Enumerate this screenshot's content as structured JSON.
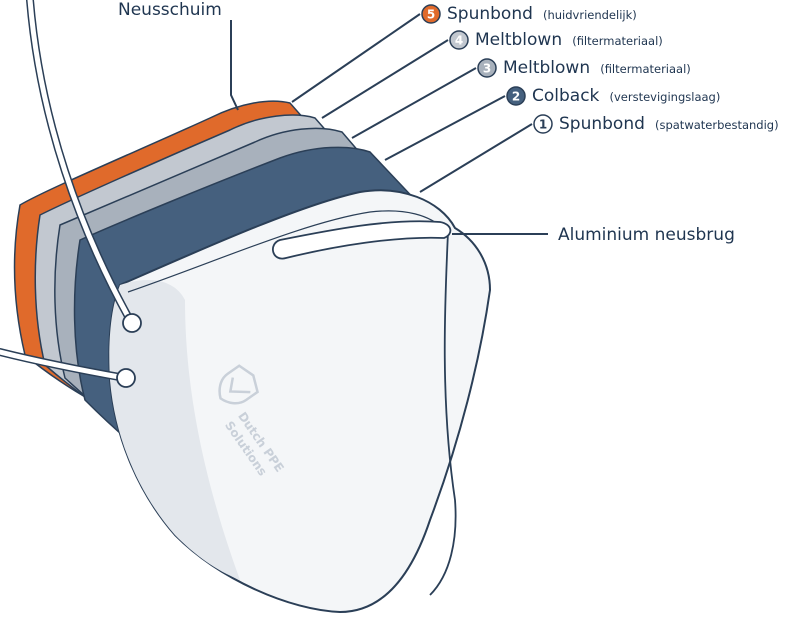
{
  "colors": {
    "layer5_orange": "#e06a2b",
    "layer4_light_grey": "#c2c8d0",
    "layer3_grey": "#a8b1bc",
    "layer2_navy": "#45607e",
    "layer1_white": "#f4f6f8",
    "outline": "#2b3f57",
    "text": "#1f3550"
  },
  "labels": {
    "nose_foam": "Neusschuim",
    "nose_bridge": "Aluminium neusbrug"
  },
  "layers": [
    {
      "number": "5",
      "name": "Spunbond",
      "detail": "(huidvriendelijk)",
      "icon": "filled-orange-badge"
    },
    {
      "number": "4",
      "name": "Meltblown",
      "detail": "(filtermateriaal)",
      "icon": "light-grey-badge"
    },
    {
      "number": "3",
      "name": "Meltblown",
      "detail": "(filtermateriaal)",
      "icon": "grey-badge"
    },
    {
      "number": "2",
      "name": "Colback",
      "detail": "(verstevigingslaag)",
      "icon": "navy-badge"
    },
    {
      "number": "1",
      "name": "Spunbond",
      "detail": "(spatwaterbestandig)",
      "icon": "outline-badge"
    }
  ],
  "brand": {
    "line1": "Dutch PPE",
    "line2": "Solutions",
    "icon": "shield-logo-icon"
  }
}
